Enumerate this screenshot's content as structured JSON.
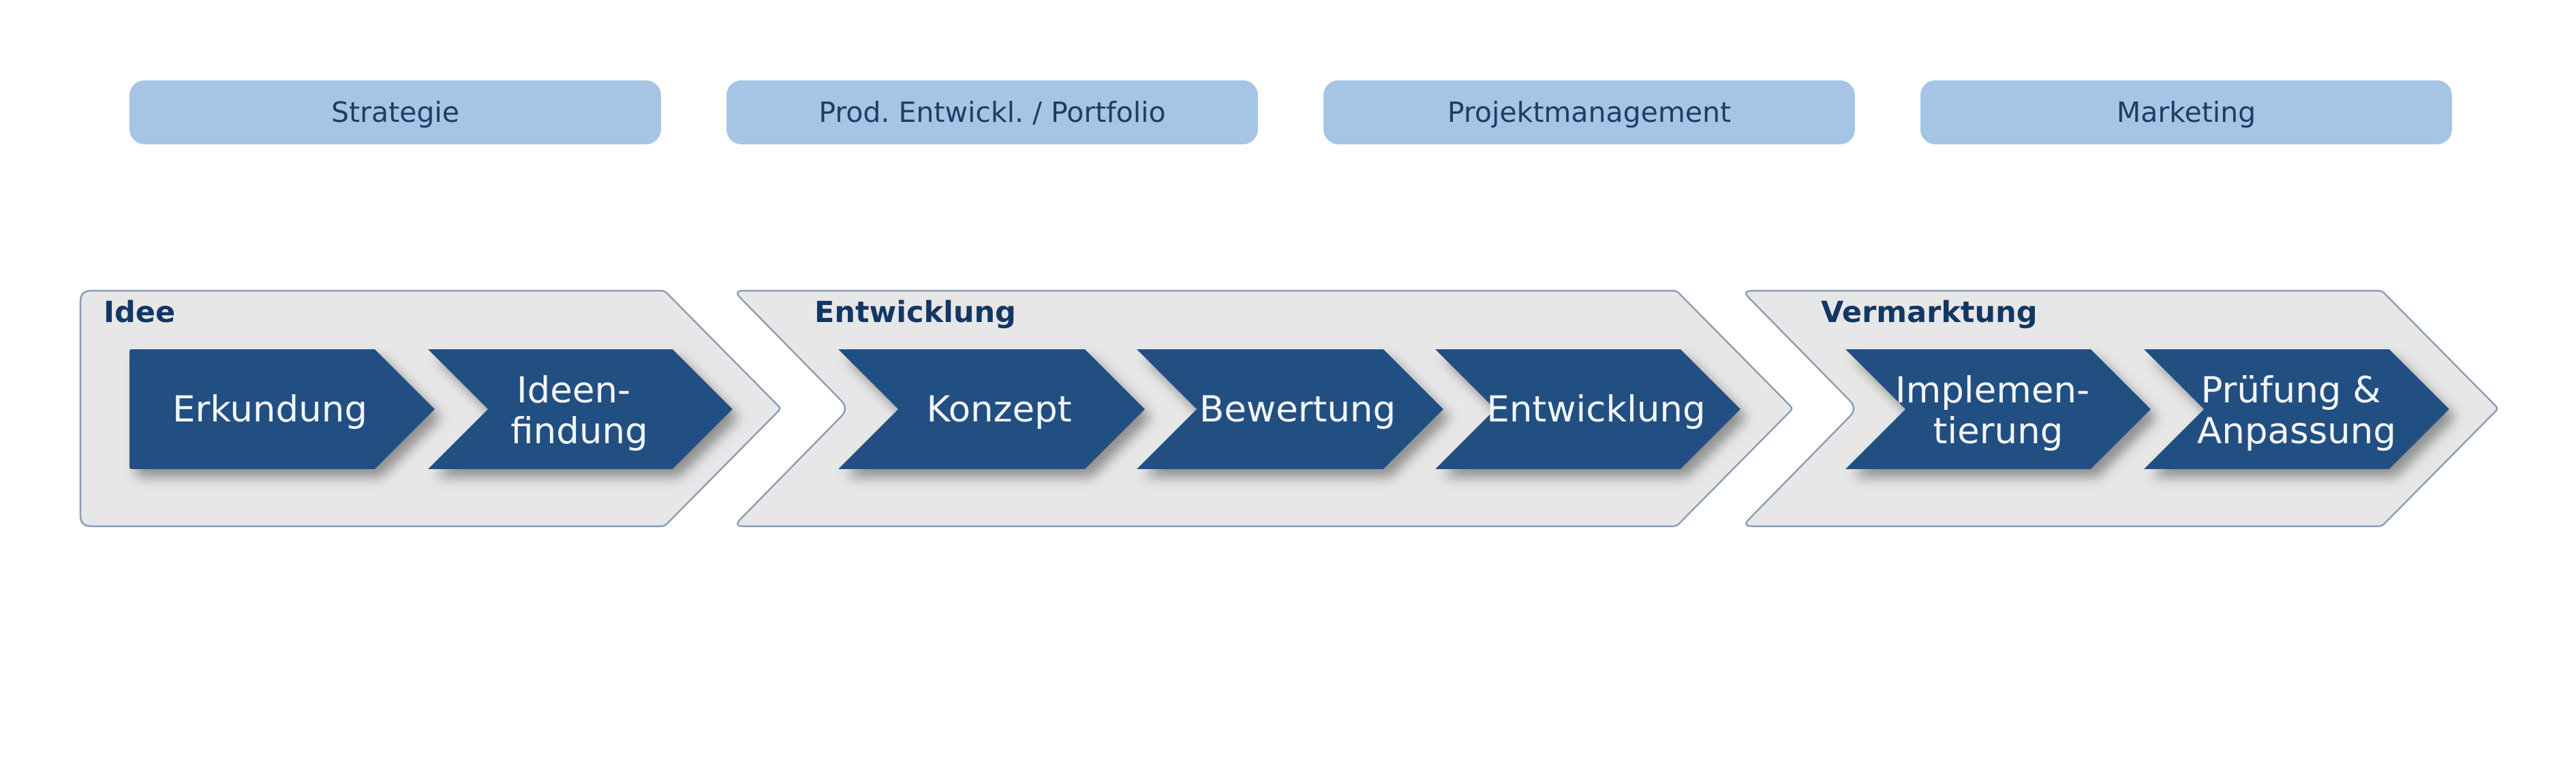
{
  "colors": {
    "background": "#ffffff",
    "tag_fill": "#a6c5e5",
    "tag_text": "#1f3c66",
    "phase_fill": "#e7e7e7",
    "phase_border": "#8a9bb5",
    "phase_title": "#123765",
    "step_fill": "#204f82",
    "step_text": "#f2f5f9"
  },
  "tags": [
    {
      "label": "Strategie"
    },
    {
      "label": "Prod. Entwickl. / Portfolio"
    },
    {
      "label": "Projektmanagement"
    },
    {
      "label": "Marketing"
    }
  ],
  "phases": [
    {
      "title": "Idee",
      "steps": [
        {
          "lines": [
            "Erkundung"
          ]
        },
        {
          "lines": [
            "Ideen-",
            "findung"
          ]
        }
      ]
    },
    {
      "title": "Entwicklung",
      "steps": [
        {
          "lines": [
            "Konzept"
          ]
        },
        {
          "lines": [
            "Bewertung"
          ]
        },
        {
          "lines": [
            "Entwicklung"
          ]
        }
      ]
    },
    {
      "title": "Vermarktung",
      "steps": [
        {
          "lines": [
            "Implemen-",
            "tierung"
          ]
        },
        {
          "lines": [
            "Prüfung &",
            "Anpassung"
          ]
        }
      ]
    }
  ]
}
